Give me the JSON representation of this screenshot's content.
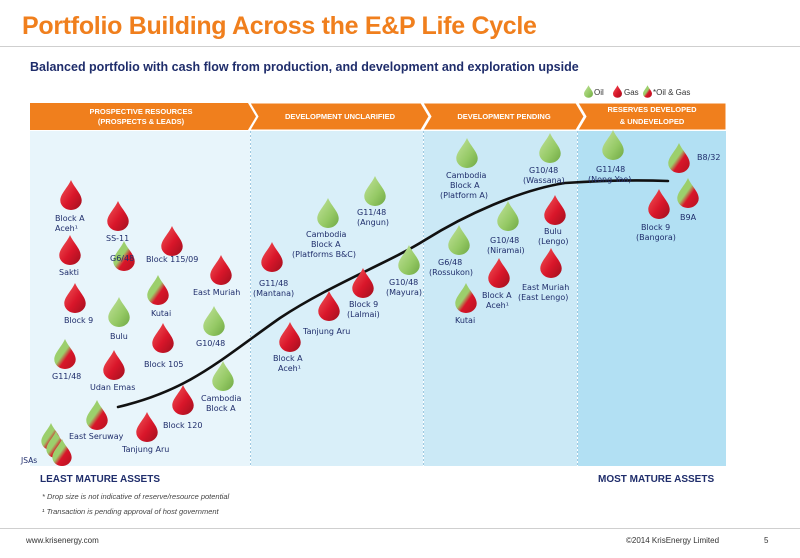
{
  "title": "Portfolio Building Across the E&P Life Cycle",
  "subtitle": "Balanced portfolio with cash flow from production, and development and exploration upside",
  "legend": {
    "oil": "Oil",
    "gas": "Gas",
    "oil_gas": "*Oil & Gas"
  },
  "colors": {
    "oil": "#9ccf6c",
    "gas": "#d9162a",
    "stage_bar": "#f07f1d",
    "panel_light": "#e6f4fb",
    "panel_mid": "#d4edf8",
    "panel_dark": "#b9e2f3",
    "curve": "#111111"
  },
  "stages": [
    {
      "line1": "PROSPECTIVE RESOURCES",
      "line2": "(PROSPECTS & LEADS)"
    },
    {
      "line1": "DEVELOPMENT UNCLARIFIED",
      "line2": ""
    },
    {
      "line1": "DEVELOPMENT PENDING",
      "line2": ""
    },
    {
      "line1": "RESERVES DEVELOPED",
      "line2": "& UNDEVELOPED"
    }
  ],
  "assets": {
    "block_a_aceh_1": [
      "Block A",
      "Aceh¹"
    ],
    "ss11": "SS-11",
    "sakti": "Sakti",
    "g6_48_a": "G6/48",
    "block_115_09": "Block 115/09",
    "block9_a": "Block 9",
    "kutai_a": "Kutai",
    "east_muriah_a": "East Muriah",
    "bulu_a": "Bulu",
    "g10_48_a": "G10/48",
    "block_105": "Block 105",
    "g11_48_a": "G11/48",
    "udan_emas": "Udan Emas",
    "cambodia_a": [
      "Cambodia",
      "Block A"
    ],
    "block_120": "Block 120",
    "east_seruway": "East Seruway",
    "tanjung_aru_a": "Tanjung Aru",
    "jsas": "JSAs",
    "g11_48_angun": [
      "G11/48",
      "(Angun)"
    ],
    "cambodia_platforms": [
      "Cambodia",
      "Block A",
      "(Platforms B&C)"
    ],
    "g11_48_mantana": [
      "G11/48",
      "(Mantana)"
    ],
    "block9_lalmai": [
      "Block 9",
      "(Lalmai)"
    ],
    "g10_48_mayura": [
      "G10/48",
      "(Mayura)"
    ],
    "tanjung_aru_b": "Tanjung Aru",
    "block_a_aceh_2": [
      "Block A",
      "Aceh¹"
    ],
    "cambodia_platform_a": [
      "Cambodia",
      "Block A",
      "(Platform A)"
    ],
    "g10_48_wassana": [
      "G10/48",
      "(Wassana)"
    ],
    "g10_48_niramai": [
      "G10/48",
      "(Niramai)"
    ],
    "bulu_lengo": [
      "Bulu",
      "(Lengo)"
    ],
    "g6_48_rossukon": [
      "G6/48",
      "(Rossukon)"
    ],
    "block_a_aceh_3": [
      "Block A",
      "Aceh¹"
    ],
    "east_muriah_lengo": [
      "East Muriah",
      "(East Lengo)"
    ],
    "kutai_b": "Kutai",
    "g11_48_nong_yao": [
      "G11/48",
      "(Nong Yao)"
    ],
    "b8_32": "B8/32",
    "block9_bangora": [
      "Block 9",
      "(Bangora)"
    ],
    "b9a": "B9A"
  },
  "least_mature": "LEAST MATURE ASSETS",
  "most_mature": "MOST MATURE ASSETS",
  "note1": "* Drop size is not indicative of reserve/resource potential",
  "note2": "¹ Transaction is pending approval of host government",
  "website": "www.krisenergy.com",
  "copyright": "©2014 KrisEnergy Limited",
  "page": "5"
}
